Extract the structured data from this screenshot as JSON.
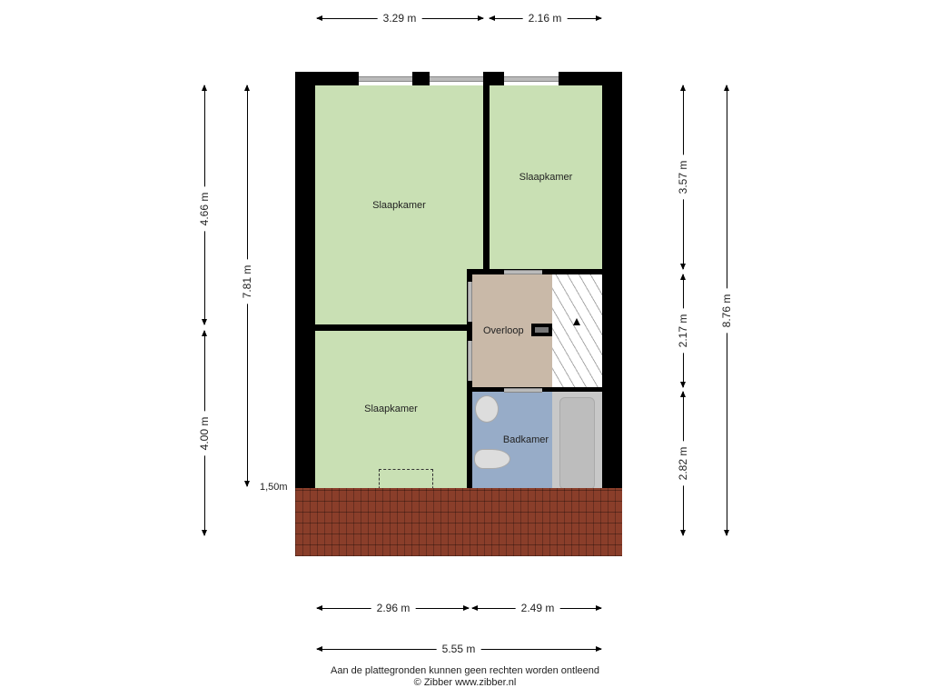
{
  "rooms": {
    "bedroom_top_left": "Slaapkamer",
    "bedroom_top_right": "Slaapkamer",
    "bedroom_bottom": "Slaapkamer",
    "landing": "Overloop",
    "bathroom": "Badkamer"
  },
  "dimensions": {
    "top_left": "3.29 m",
    "top_right": "2.16 m",
    "bottom_left": "2.96 m",
    "bottom_right": "2.49 m",
    "bottom_total": "5.55 m",
    "left_upper": "4.66 m",
    "left_lower": "4.00 m",
    "left_total": "7.81 m",
    "height_mark": "1,50m",
    "right_upper": "3.57 m",
    "right_middle": "2.17 m",
    "right_lower": "2.82 m",
    "right_total": "8.76 m"
  },
  "colors": {
    "bedroom": "#c9e0b4",
    "landing": "#c9b9a8",
    "bathroom": "#97acc8",
    "bath": "#c8c8c8"
  },
  "footer": {
    "disclaimer": "Aan de plattegronden kunnen geen rechten worden ontleend",
    "copyright": "© Zibber www.zibber.nl"
  }
}
